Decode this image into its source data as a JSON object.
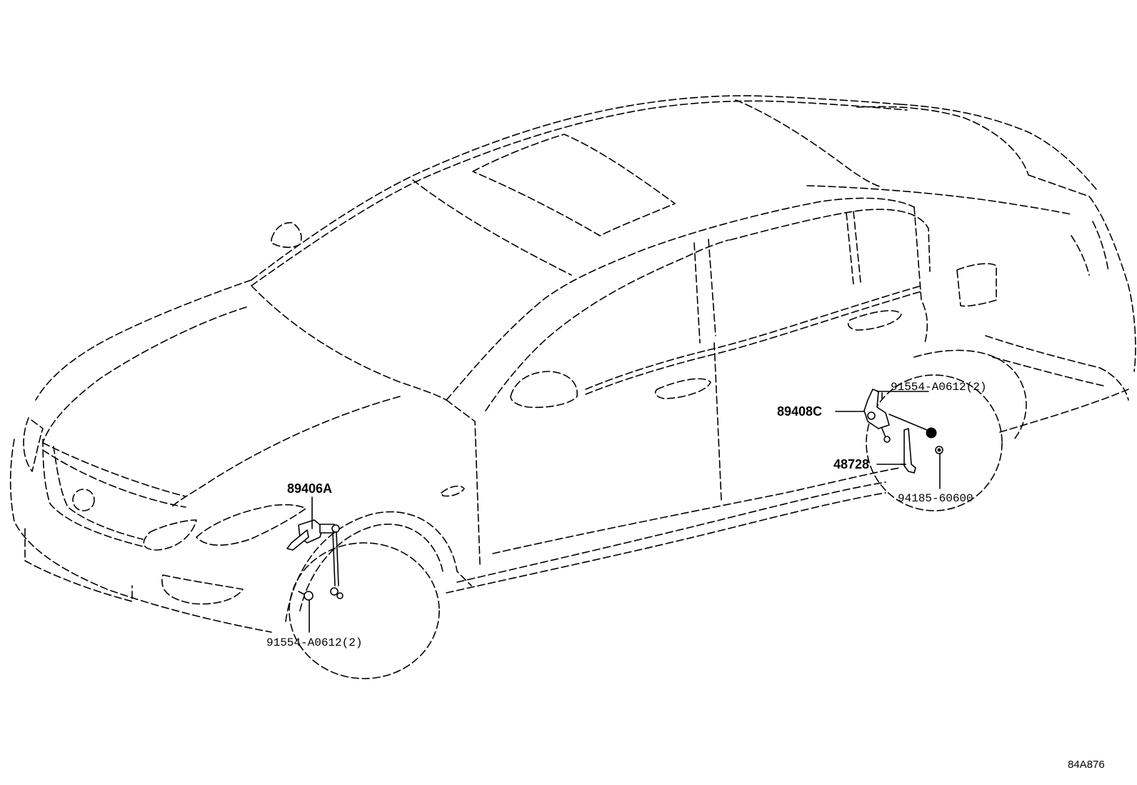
{
  "diagram": {
    "drawing_code": "84A876",
    "callouts": {
      "front_sensor": "89406A",
      "front_bolt": "91554-A0612(2)",
      "rear_sensor": "89408C",
      "rear_bolt": "91554-A0612(2)",
      "rear_link": "48728",
      "rear_nut": "94185-60600"
    }
  }
}
